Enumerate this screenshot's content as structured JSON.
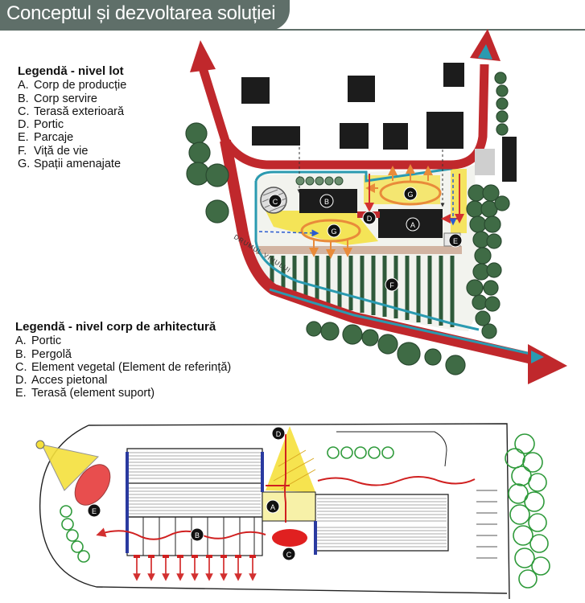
{
  "title": "Conceptul și dezvoltarea soluției",
  "legend_lot": {
    "heading": "Legendă - nivel lot",
    "items": [
      {
        "letter": "A.",
        "label": "Corp de producție"
      },
      {
        "letter": "B.",
        "label": "Corp servire"
      },
      {
        "letter": "C.",
        "label": "Terasă exterioară"
      },
      {
        "letter": "D.",
        "label": "Portic"
      },
      {
        "letter": "E.",
        "label": "Parcaje"
      },
      {
        "letter": "F.",
        "label": "Viță de vie"
      },
      {
        "letter": "G.",
        "label": "Spații amenajate"
      }
    ]
  },
  "legend_arch": {
    "heading": "Legendă - nivel corp de arhitectură",
    "items": [
      {
        "letter": "A.",
        "label": "Portic"
      },
      {
        "letter": "B.",
        "label": "Pergolă"
      },
      {
        "letter": "C.",
        "label": "Element vegetal (Element de referință)"
      },
      {
        "letter": "D.",
        "label": "Acces pietonal"
      },
      {
        "letter": "E.",
        "label": "Terasă (element suport)"
      }
    ]
  },
  "site_plan": {
    "markers": {
      "a": "A",
      "b": "B",
      "c": "C",
      "d": "D",
      "e": "E",
      "f": "F",
      "g1": "G",
      "g2": "G"
    },
    "street_label": "DRUMUL VINULUI"
  },
  "arch_plan": {
    "markers": {
      "a": "A",
      "b": "B",
      "c": "C",
      "d": "D",
      "e": "E"
    }
  },
  "colors": {
    "title_bar": "#5f6f69",
    "road": "#c0282c",
    "accent_blue": "#2a9ab0",
    "tree": "#3f6b45",
    "yellow": "#f5e03c",
    "orange": "#e98b3a"
  }
}
